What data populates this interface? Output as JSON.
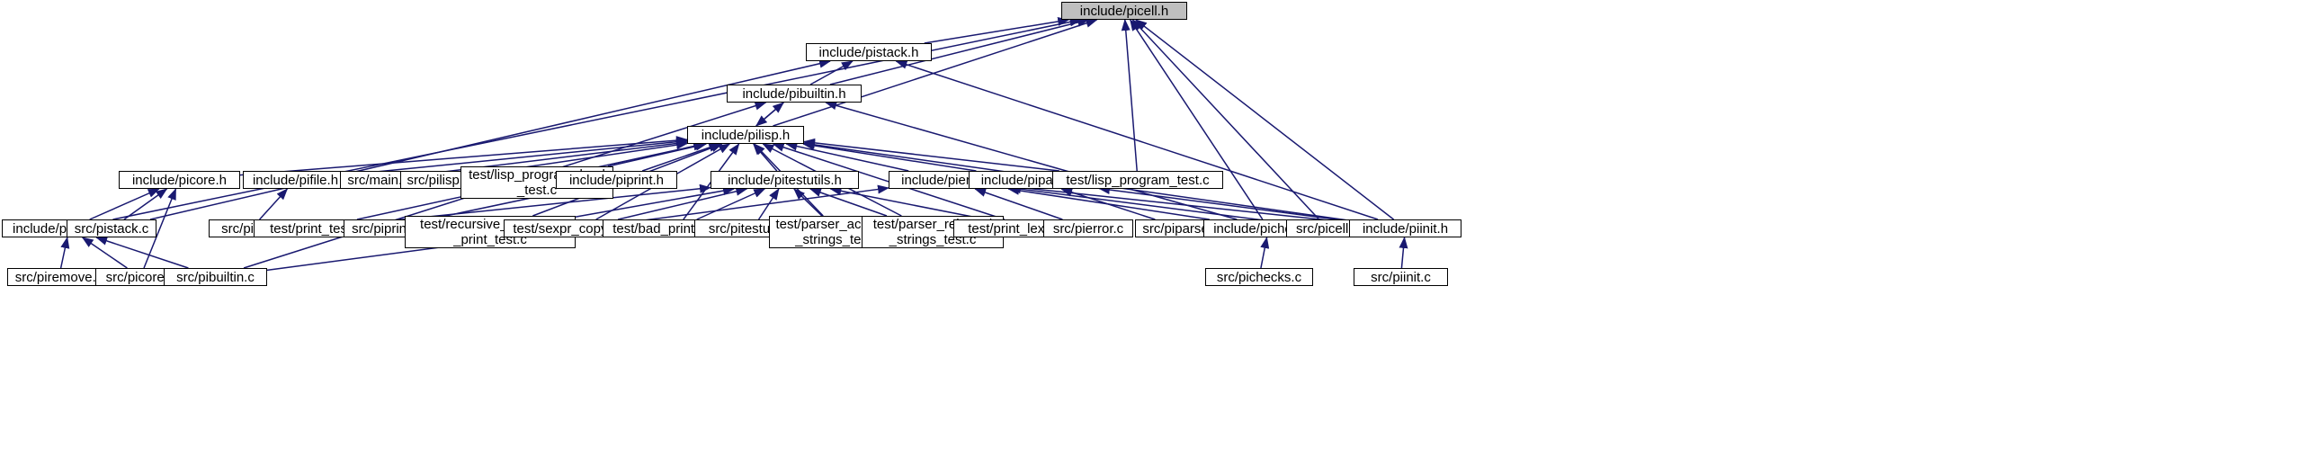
{
  "colors": {
    "edge": "#191970",
    "node_border": "#000000",
    "root_fill": "#bfbfbf",
    "node_fill": "#ffffff"
  },
  "nodes": {
    "picell_h": "include/picell.h",
    "pistack_h": "include/pistack.h",
    "pibuiltin_h": "include/pibuiltin.h",
    "pilisp_h": "include/pilisp.h",
    "picore_h": "include/picore.h",
    "pifile_h": "include/pifile.h",
    "main_c": "src/main.c",
    "pilisp_c": "src/pilisp.c",
    "lisp_program_load_test_c": "test/lisp_program_load\n_test.c",
    "piprint_h": "include/piprint.h",
    "pitestutils_h": "include/pitestutils.h",
    "pierror_h": "include/pierror.h",
    "piparser_h": "include/piparser.h",
    "lisp_program_test_c": "test/lisp_program_test.c",
    "piremove_h": "include/piremove.h",
    "pistack_c": "src/pistack.c",
    "pifile_c": "src/pifile.c",
    "print_test_c": "test/print_test.c",
    "piprint_c": "src/piprint.c",
    "recursive_structure_print_test_c": "test/recursive_structure\n_print_test.c",
    "sexpr_copy_test_c": "test/sexpr_copy_test.c",
    "bad_prints_test_c": "test/bad_prints_test.c",
    "pitestutils_c": "src/pitestutils.c",
    "parser_accepted_strings_test_c": "test/parser_accepted\n_strings_test.c",
    "parser_rejected_strings_test_c": "test/parser_rejected\n_strings_test.c",
    "print_lexer_test_c": "test/print_lexer_test.c",
    "pierror_c": "src/pierror.c",
    "piparser_c": "src/piparser.c",
    "pichecks_h": "include/pichecks.h",
    "picell_c": "src/picell.c",
    "piinit_h": "include/piinit.h",
    "piremove_c": "src/piremove.c",
    "picore_c": "src/picore.c",
    "pibuiltin_c": "src/pibuiltin.c",
    "pichecks_c": "src/pichecks.c",
    "piinit_c": "src/piinit.c"
  }
}
